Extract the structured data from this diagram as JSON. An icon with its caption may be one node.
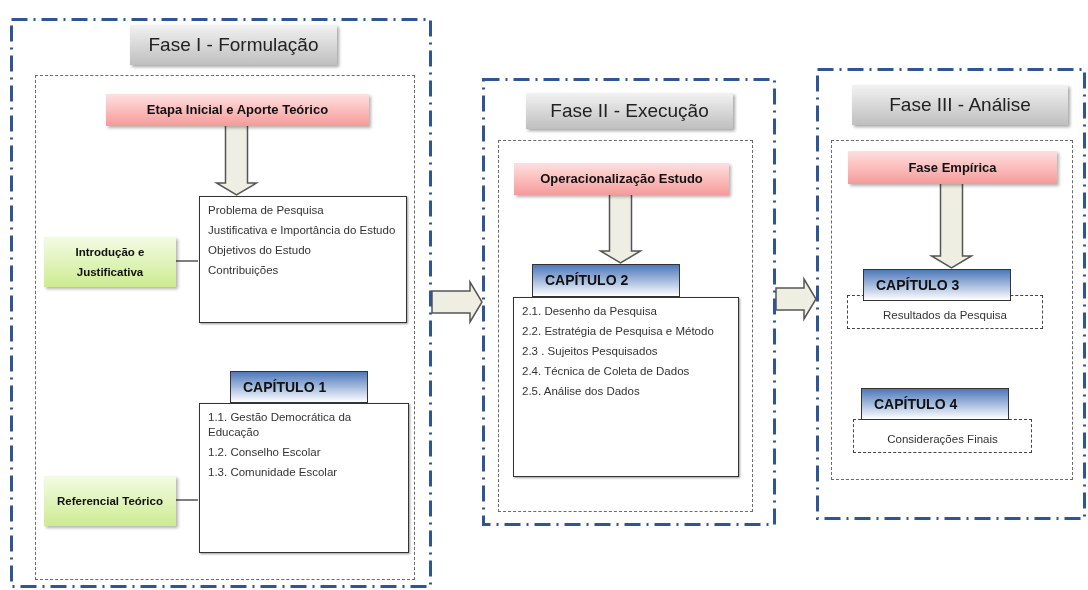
{
  "diagram": {
    "nodes": [
      {
        "text": [],
        "shape": "box"
      },
      {
        "text": [
          "Fase I - Formulação"
        ],
        "in": 0
      },
      {
        "text": [],
        "shape": "box",
        "in": 0
      },
      {
        "text": [
          "Etapa Inicial e Aporte Teórico"
        ],
        "in": 2
      },
      {
        "text": [
          "Introdução e Justificativa"
        ],
        "in": 2
      },
      {
        "text": [
          "Problema de Pesquisa",
          "Justificativa e Importância do Estudo",
          "Objetivos do Estudo",
          "Contribuições"
        ],
        "in": 2
      },
      {
        "text": [
          "CAPÍTULO 1"
        ],
        "in": 2
      },
      {
        "text": [
          "1.1. Gestão Democrática da Educação",
          "1.2. Conselho Escolar",
          "1.3. Comunidade Escolar"
        ],
        "in": 2
      },
      {
        "text": [
          "Referencial Teórico"
        ],
        "in": 2
      },
      {
        "text": [],
        "shape": "box"
      },
      {
        "text": [
          "Fase II - Execução"
        ],
        "in": 9
      },
      {
        "text": [],
        "shape": "box",
        "in": 9
      },
      {
        "text": [
          "Operacionalização Estudo"
        ],
        "in": 11
      },
      {
        "text": [
          "CAPÍTULO 2"
        ],
        "in": 11
      },
      {
        "text": [
          "2.1. Desenho da Pesquisa",
          "2.2. Estratégia de Pesquisa e Método",
          "2.3 . Sujeitos Pesquisados",
          "2.4. Técnica de Coleta de Dados",
          "2.5. Análise dos Dados"
        ],
        "in": 11
      },
      {
        "text": [],
        "shape": "box"
      },
      {
        "text": [
          "Fase III - Análise"
        ],
        "in": 15
      },
      {
        "text": [],
        "shape": "box",
        "in": 15
      },
      {
        "text": [
          "Fase Empírica"
        ],
        "in": 17
      },
      {
        "text": [
          "CAPÍTULO 3"
        ],
        "in": 17
      },
      {
        "text": [
          "Resultados da Pesquisa"
        ],
        "in": 17
      },
      {
        "text": [
          "CAPÍTULO 4"
        ],
        "in": 17
      },
      {
        "text": [
          "Considerações Finais"
        ],
        "in": 17
      }
    ],
    "edges": [
      {
        "from": 3,
        "to": 5,
        "arrow": "to",
        "style": "thick"
      },
      {
        "from": 4,
        "to": 5,
        "arrow": "none"
      },
      {
        "from": 8,
        "to": 7,
        "arrow": "none"
      },
      {
        "from": 0,
        "to": 9,
        "arrow": "to",
        "style": "thick"
      },
      {
        "from": 12,
        "to": 13,
        "arrow": "to",
        "style": "thick"
      },
      {
        "from": 9,
        "to": 15,
        "arrow": "to",
        "style": "thick"
      },
      {
        "from": 18,
        "to": 19,
        "arrow": "to",
        "style": "thick"
      }
    ]
  }
}
